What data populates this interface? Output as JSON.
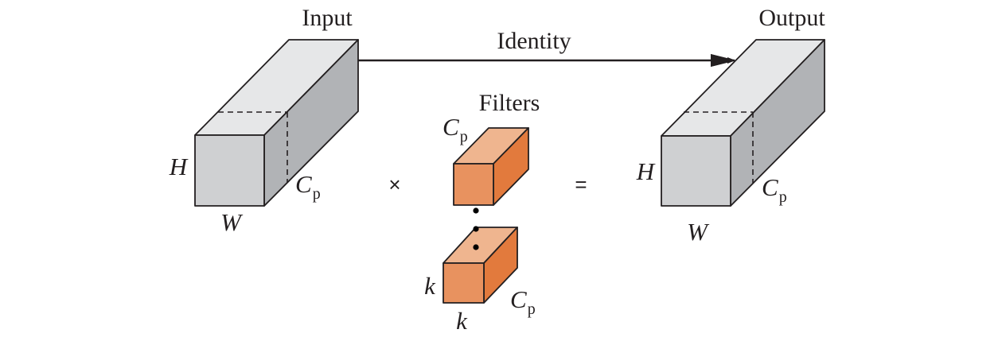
{
  "diagram": {
    "input": {
      "title": "Input",
      "height_label": "H",
      "width_label": "W",
      "channel_label": "C",
      "channel_sub": "p"
    },
    "identity": {
      "label": "Identity"
    },
    "filters": {
      "title": "Filters",
      "top_channel_label": "C",
      "top_channel_sub": "p",
      "height_label": "k",
      "width_label": "k",
      "channel_label": "C",
      "channel_sub": "p"
    },
    "operators": {
      "multiply": "×",
      "equals": "="
    },
    "output": {
      "title": "Output",
      "height_label": "H",
      "width_label": "W",
      "channel_label": "C",
      "channel_sub": "p"
    },
    "colors": {
      "gray_front": "#cfd0d2",
      "gray_top": "#e6e7e8",
      "gray_side": "#b1b3b6",
      "orange_front": "#e8925f",
      "orange_top": "#efb58f",
      "orange_side": "#e27a3d",
      "stroke": "#231f20"
    }
  }
}
